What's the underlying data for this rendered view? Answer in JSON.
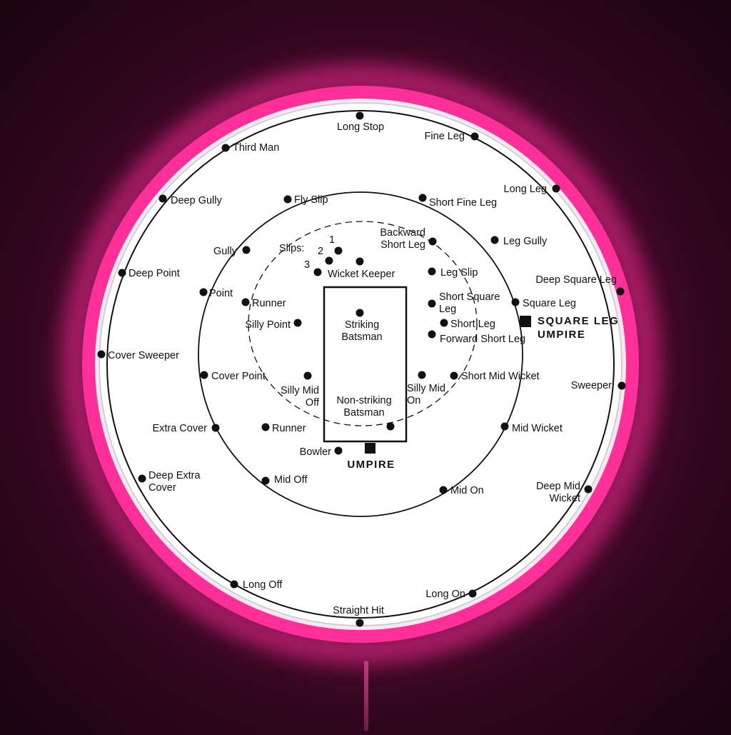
{
  "colors": {
    "neon_ring": "#ff2f9a",
    "face": "#ffffff",
    "ink": "#111111",
    "background": "#5a0a35"
  },
  "fielders": [
    {
      "id": "long-stop",
      "lines": [
        "Long Stop"
      ]
    },
    {
      "id": "fine-leg",
      "lines": [
        "Fine Leg"
      ]
    },
    {
      "id": "third-man",
      "lines": [
        "Third Man"
      ]
    },
    {
      "id": "long-leg",
      "lines": [
        "Long Leg"
      ]
    },
    {
      "id": "deep-gully",
      "lines": [
        "Deep Gully"
      ]
    },
    {
      "id": "fly-slip",
      "lines": [
        "Fly Slip"
      ]
    },
    {
      "id": "short-fine-leg",
      "lines": [
        "Short Fine Leg"
      ]
    },
    {
      "id": "backward-short-leg",
      "lines": [
        "Backward",
        "Short Leg"
      ]
    },
    {
      "id": "leg-gully",
      "lines": [
        "Leg Gully"
      ]
    },
    {
      "id": "gully",
      "lines": [
        "Gully"
      ]
    },
    {
      "id": "deep-point",
      "lines": [
        "Deep Point"
      ]
    },
    {
      "id": "wicket-keeper",
      "lines": [
        "Wicket Keeper"
      ]
    },
    {
      "id": "leg-slip",
      "lines": [
        "Leg Slip"
      ]
    },
    {
      "id": "deep-square-leg",
      "lines": [
        "Deep Square Leg"
      ]
    },
    {
      "id": "point",
      "lines": [
        "Point"
      ]
    },
    {
      "id": "runner-off",
      "lines": [
        "Runner"
      ]
    },
    {
      "id": "short-square-leg",
      "lines": [
        "Short Square",
        "Leg"
      ]
    },
    {
      "id": "square-leg",
      "lines": [
        "Square Leg"
      ]
    },
    {
      "id": "silly-point",
      "lines": [
        "Silly Point"
      ]
    },
    {
      "id": "short-leg",
      "lines": [
        "Short Leg"
      ]
    },
    {
      "id": "forward-short-leg",
      "lines": [
        "Forward Short Leg"
      ]
    },
    {
      "id": "cover-sweeper",
      "lines": [
        "Cover Sweeper"
      ]
    },
    {
      "id": "cover-point",
      "lines": [
        "Cover Point"
      ]
    },
    {
      "id": "silly-mid-off",
      "lines": [
        "Silly Mid",
        "Off"
      ]
    },
    {
      "id": "silly-mid-on",
      "lines": [
        "Silly Mid",
        "On"
      ]
    },
    {
      "id": "short-mid-wicket",
      "lines": [
        "Short Mid Wicket"
      ]
    },
    {
      "id": "sweeper",
      "lines": [
        "Sweeper"
      ]
    },
    {
      "id": "extra-cover",
      "lines": [
        "Extra Cover"
      ]
    },
    {
      "id": "runner-pitch",
      "lines": [
        "Runner"
      ]
    },
    {
      "id": "mid-wicket",
      "lines": [
        "Mid Wicket"
      ]
    },
    {
      "id": "bowler",
      "lines": [
        "Bowler"
      ]
    },
    {
      "id": "deep-extra-cover",
      "lines": [
        "Deep Extra",
        "Cover"
      ]
    },
    {
      "id": "mid-off",
      "lines": [
        "Mid Off"
      ]
    },
    {
      "id": "mid-on",
      "lines": [
        "Mid On"
      ]
    },
    {
      "id": "deep-mid-wicket",
      "lines": [
        "Deep Mid",
        "Wicket"
      ]
    },
    {
      "id": "long-off",
      "lines": [
        "Long Off"
      ]
    },
    {
      "id": "long-on",
      "lines": [
        "Long On"
      ]
    },
    {
      "id": "straight-hit",
      "lines": [
        "Straight Hit"
      ]
    }
  ],
  "slips": {
    "label": "Slips:",
    "numbers": [
      "1",
      "2",
      "3"
    ]
  },
  "pitch": {
    "striker": [
      "Striking",
      "Batsman"
    ],
    "non_striker": [
      "Non-striking",
      "Batsman"
    ]
  },
  "umpires": {
    "square_leg": [
      "SQUARE LEG",
      "UMPIRE"
    ],
    "bowlers_end": "UMPIRE"
  }
}
